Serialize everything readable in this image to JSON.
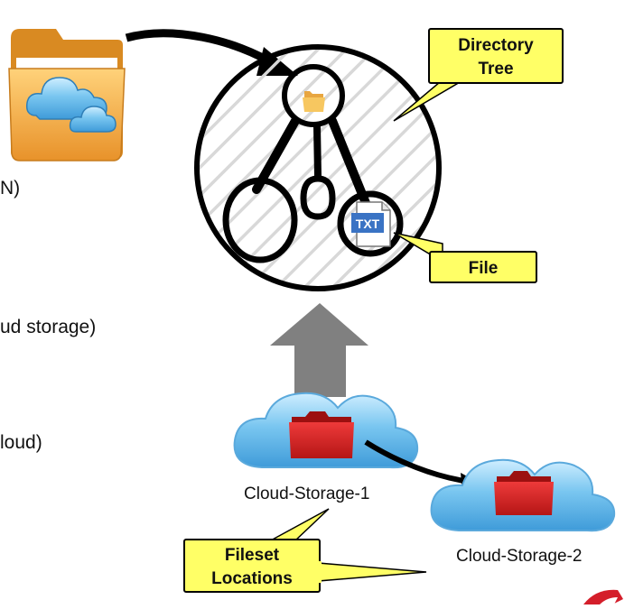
{
  "left_text_fragments": [
    "N)",
    "ud storage)",
    "loud)"
  ],
  "callouts": {
    "directory_tree": {
      "line1": "Directory",
      "line2": "Tree"
    },
    "file": {
      "label": "File"
    },
    "fileset_locations": {
      "line1": "Fileset",
      "line2": "Locations"
    }
  },
  "file_icon_text": "TXT",
  "clouds": {
    "storage_1": "Cloud-Storage-1",
    "storage_2": "Cloud-Storage-2"
  },
  "colors": {
    "callout_fill": "#ffff66",
    "cloud_blue": "#5fb6ea",
    "folder_red": "#d42222",
    "up_arrow_gray": "#808080",
    "folder_orange": "#f2a93b"
  }
}
